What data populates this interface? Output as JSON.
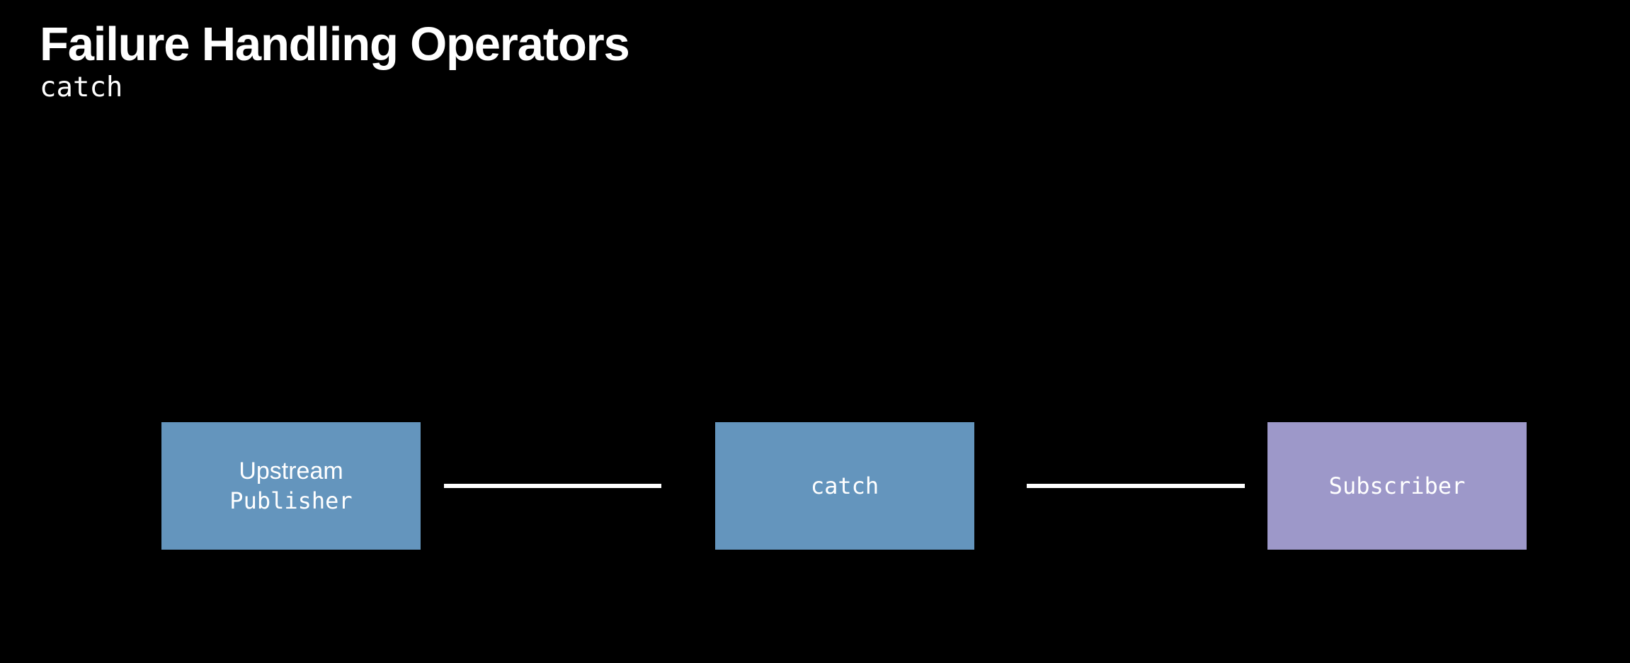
{
  "background_color": "#000000",
  "header": {
    "title": "Failure Handling Operators",
    "subtitle": "catch"
  },
  "colors": {
    "publisher_fill": "#6495bd",
    "operator_fill": "#6495bd",
    "subscriber_fill": "#9d98c9",
    "connector": "#ffffff",
    "text": "#ffffff",
    "background": "#000000"
  },
  "diagram": {
    "type": "pipeline",
    "nodes": [
      {
        "id": "upstream-publisher",
        "line1": "Upstream",
        "line2": "Publisher",
        "fill": "#6495bd"
      },
      {
        "id": "catch-operator",
        "line1": "catch",
        "fill": "#6495bd"
      },
      {
        "id": "subscriber",
        "line1": "Subscriber",
        "fill": "#9d98c9"
      }
    ],
    "connectors": [
      {
        "id": "publisher-to-catch",
        "from": "upstream-publisher",
        "to": "catch-operator"
      },
      {
        "id": "catch-to-subscriber",
        "from": "catch-operator",
        "to": "subscriber"
      }
    ]
  }
}
